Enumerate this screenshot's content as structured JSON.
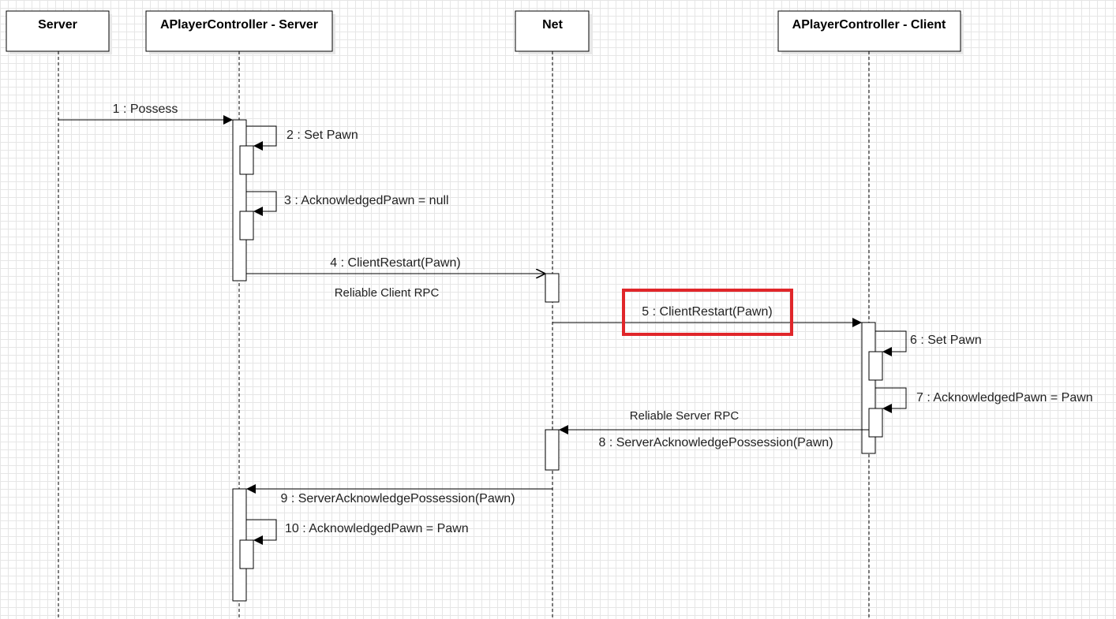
{
  "participants": [
    {
      "name": "Server"
    },
    {
      "name": "APlayerController - Server"
    },
    {
      "name": "Net"
    },
    {
      "name": "APlayerController - Client"
    }
  ],
  "messages": [
    {
      "label": "1 : Possess"
    },
    {
      "label": "2 : Set Pawn"
    },
    {
      "label": "3 : AcknowledgedPawn = null"
    },
    {
      "label": "4 : ClientRestart(Pawn)"
    },
    {
      "label": "5 : ClientRestart(Pawn)"
    },
    {
      "label": "6 : Set Pawn"
    },
    {
      "label": "7 : AcknowledgedPawn = Pawn"
    },
    {
      "label": "8 : ServerAcknowledgePossession(Pawn)"
    },
    {
      "label": "9 : ServerAcknowledgePossession(Pawn)"
    },
    {
      "label": "10 : AcknowledgedPawn = Pawn"
    }
  ],
  "notes": {
    "client_rpc": "Reliable Client RPC",
    "server_rpc": "Reliable Server RPC"
  },
  "highlight": {
    "message": "5 : ClientRestart(Pawn)",
    "color": "#e0262a"
  }
}
